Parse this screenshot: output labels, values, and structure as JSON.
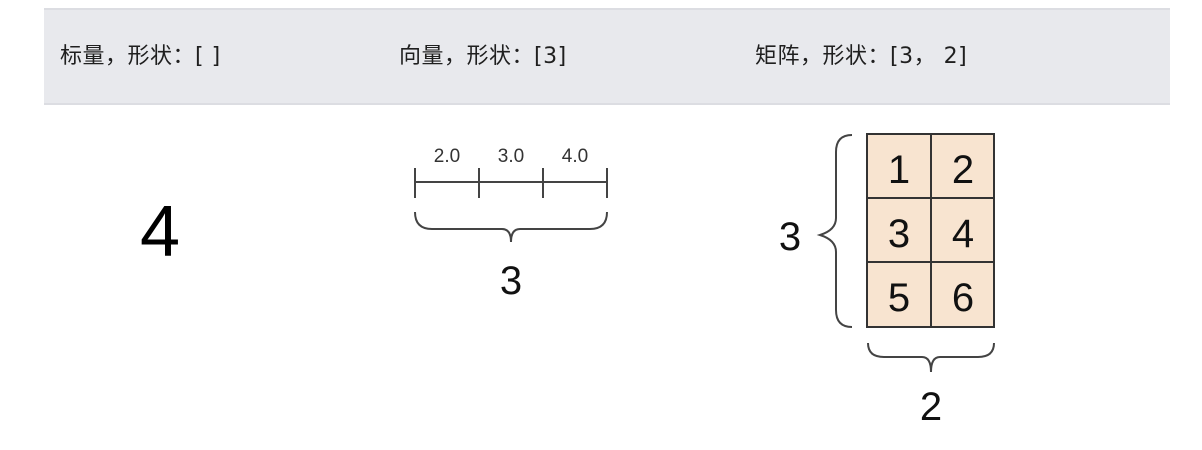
{
  "header": {
    "columns": [
      {
        "label": "标量，形状：[ ]"
      },
      {
        "label": "向量，形状：[3]"
      },
      {
        "label": "矩阵，形状：[3， 2]"
      }
    ]
  },
  "scalar": {
    "value": "4"
  },
  "vector": {
    "values": [
      "2.0",
      "3.0",
      "4.0"
    ],
    "length_label": "3"
  },
  "matrix": {
    "rows": [
      [
        "1",
        "2"
      ],
      [
        "3",
        "4"
      ],
      [
        "5",
        "6"
      ]
    ],
    "row_count_label": "3",
    "col_count_label": "2",
    "cell_color": "#f8e4d0",
    "border_color": "#333333"
  }
}
